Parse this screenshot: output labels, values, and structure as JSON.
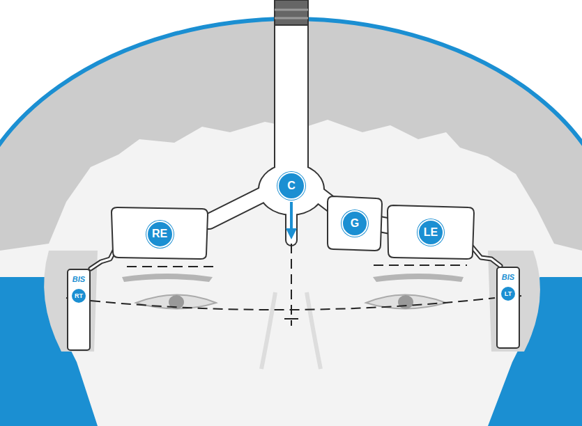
{
  "diagram": {
    "nodes": [
      {
        "text": [
          "C"
        ]
      },
      {
        "text": [
          "RE"
        ]
      },
      {
        "text": [
          "G"
        ]
      },
      {
        "text": [
          "LE"
        ]
      },
      {
        "text": [
          "BIS",
          "RT"
        ]
      },
      {
        "text": [
          "BIS",
          "LT"
        ]
      }
    ]
  }
}
